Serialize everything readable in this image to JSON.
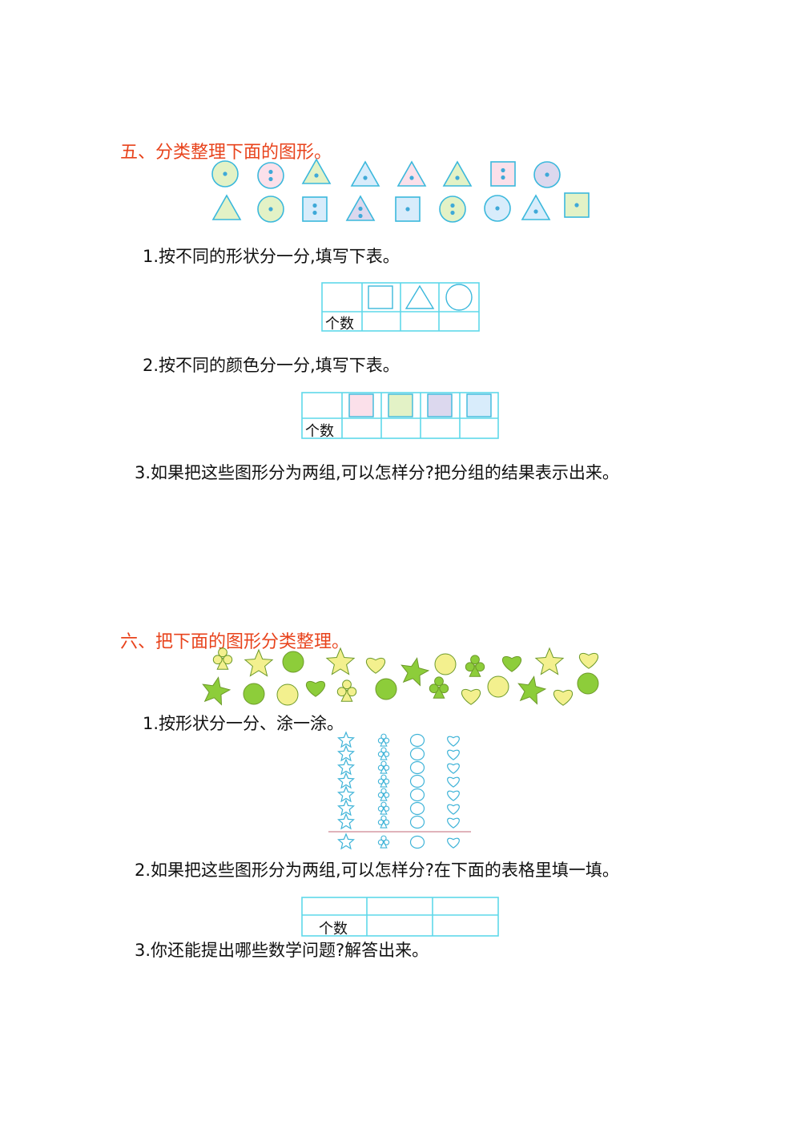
{
  "section5": {
    "heading": "五、分类整理下面的图形。",
    "q1": "1.按不同的形状分一分,填写下表。",
    "q2": "2.按不同的颜色分一分,填写下表。",
    "q3": "3.如果把这些图形分为两组,可以怎样分?把分组的结果表示出来。",
    "count_label": "个数",
    "shapes": [
      {
        "shape": "circle",
        "fill": "#e3f2c6",
        "dots": 1
      },
      {
        "shape": "circle",
        "fill": "#fbe0ea",
        "dots": 2
      },
      {
        "shape": "triangle",
        "fill": "#e3f2c6",
        "dots": 1
      },
      {
        "shape": "triangle",
        "fill": "#d8ecfb",
        "dots": 1
      },
      {
        "shape": "triangle",
        "fill": "#fbe0ea",
        "dots": 1
      },
      {
        "shape": "triangle",
        "fill": "#e3f2c6",
        "dots": 1
      },
      {
        "shape": "square",
        "fill": "#fbe0ea",
        "dots": 2
      },
      {
        "shape": "circle",
        "fill": "#dcd8ee",
        "dots": 1
      },
      {
        "shape": "triangle",
        "fill": "#e3f2c6",
        "dots": 0
      },
      {
        "shape": "circle",
        "fill": "#e3f2c6",
        "dots": 1
      },
      {
        "shape": "square",
        "fill": "#d8ecfb",
        "dots": 2
      },
      {
        "shape": "triangle",
        "fill": "#dcd8ee",
        "dots": 2
      },
      {
        "shape": "square",
        "fill": "#d8ecfb",
        "dots": 1
      },
      {
        "shape": "circle",
        "fill": "#e3f2c6",
        "dots": 2
      },
      {
        "shape": "circle",
        "fill": "#d8ecfb",
        "dots": 1
      },
      {
        "shape": "triangle",
        "fill": "#d8ecfb",
        "dots": 1
      },
      {
        "shape": "square",
        "fill": "#e3f2c6",
        "dots": 1
      }
    ],
    "color_swatches": [
      "#fbe0ea",
      "#e3f2c6",
      "#dcd8ee",
      "#d8ecfb"
    ]
  },
  "section6": {
    "heading": "六、把下面的图形分类整理。",
    "q1": "1.按形状分一分、涂一涂。",
    "q2": "2.如果把这些图形分为两组,可以怎样分?在下面的表格里填一填。",
    "q3": "3.你还能提出哪些数学问题?解答出来。",
    "count_label": "个数",
    "shapes": [
      {
        "shape": "club",
        "fill": "#f3f08e"
      },
      {
        "shape": "star",
        "fill": "#f3f08e"
      },
      {
        "shape": "dot",
        "fill": "#8dcd3a"
      },
      {
        "shape": "star",
        "fill": "#f3f08e"
      },
      {
        "shape": "heart",
        "fill": "#f3f08e"
      },
      {
        "shape": "star",
        "fill": "#8dcd3a"
      },
      {
        "shape": "dot",
        "fill": "#f3f08e"
      },
      {
        "shape": "club",
        "fill": "#8dcd3a"
      },
      {
        "shape": "heart",
        "fill": "#8dcd3a"
      },
      {
        "shape": "star",
        "fill": "#f3f08e"
      },
      {
        "shape": "heart",
        "fill": "#f3f08e"
      },
      {
        "shape": "star",
        "fill": "#8dcd3a"
      },
      {
        "shape": "dot",
        "fill": "#8dcd3a"
      },
      {
        "shape": "dot",
        "fill": "#f3f08e"
      },
      {
        "shape": "heart",
        "fill": "#8dcd3a"
      },
      {
        "shape": "club",
        "fill": "#f3f08e"
      },
      {
        "shape": "dot",
        "fill": "#8dcd3a"
      },
      {
        "shape": "club",
        "fill": "#8dcd3a"
      },
      {
        "shape": "heart",
        "fill": "#f3f08e"
      },
      {
        "shape": "dot",
        "fill": "#f3f08e"
      },
      {
        "shape": "star",
        "fill": "#8dcd3a"
      },
      {
        "shape": "heart",
        "fill": "#f3f08e"
      },
      {
        "shape": "dot",
        "fill": "#8dcd3a"
      }
    ],
    "chart_columns": [
      "star",
      "club",
      "oval",
      "heart"
    ],
    "chart_rows": 8
  },
  "colors": {
    "heading": "#e8431c",
    "table_line": "#5fd8ea",
    "outline": "#3bb8dc",
    "chart_outline": "#40b4d8",
    "baseline": "#d59aa4"
  }
}
